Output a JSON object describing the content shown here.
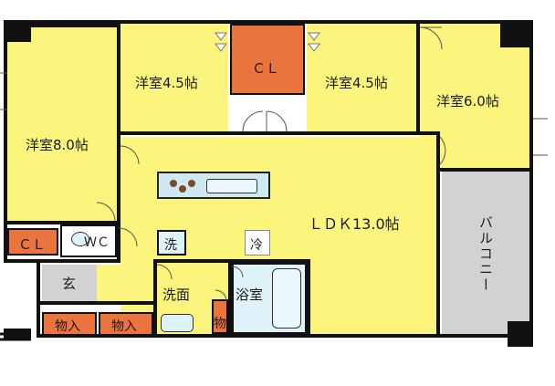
{
  "rooms": {
    "western_8": "洋室8.0帖",
    "western_45_a": "洋室4.5帖",
    "western_45_b": "洋室4.5帖",
    "western_6": "洋室6.0帖",
    "ldk": "ＬＤＫ13.0帖",
    "balcony": "バルコニー",
    "closet_top": "ＣＬ",
    "closet_left": "ＣＬ",
    "wic": "ＷＣ",
    "entrance": "玄",
    "storage_1": "物入",
    "storage_2": "物入",
    "storage_3": "物",
    "washroom": "洗面",
    "bath": "浴室",
    "washer": "洗",
    "fridge": "冷"
  },
  "colors": {
    "room": "#fbf57d",
    "storage": "#e9743e",
    "balcony": "#d2d2d2",
    "bath": "#dff3fb",
    "wall": "#111111"
  }
}
